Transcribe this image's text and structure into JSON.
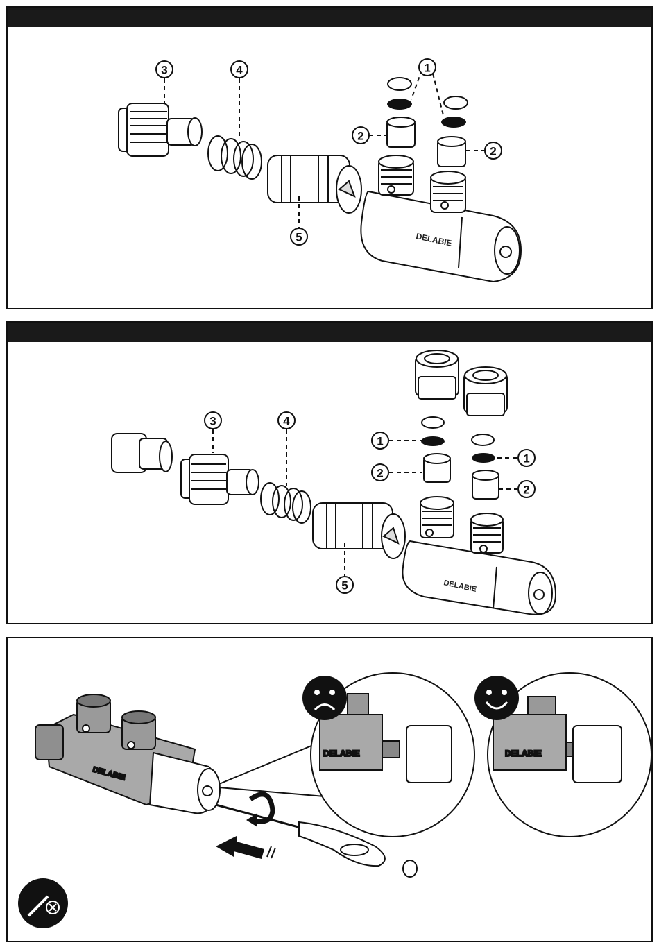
{
  "brand": "DELABIE",
  "panels": [
    {
      "id": "panel-1",
      "callouts": {
        "c1": "1",
        "c2a": "2",
        "c2b": "2",
        "c3": "3",
        "c4": "4",
        "c5": "5"
      }
    },
    {
      "id": "panel-2",
      "callouts": {
        "c1a": "1",
        "c1b": "1",
        "c2a": "2",
        "c2b": "2",
        "c3": "3",
        "c4": "4",
        "c5": "5"
      }
    },
    {
      "id": "panel-3",
      "icons": [
        "sad-face-icon",
        "happy-face-icon",
        "no-screwdriver-icon",
        "push-arrow-icon",
        "rotate-arrow-icon"
      ]
    }
  ],
  "colors": {
    "bar": "#1a1a1a",
    "line": "#111111",
    "body_gray": "#a9a9a9"
  }
}
